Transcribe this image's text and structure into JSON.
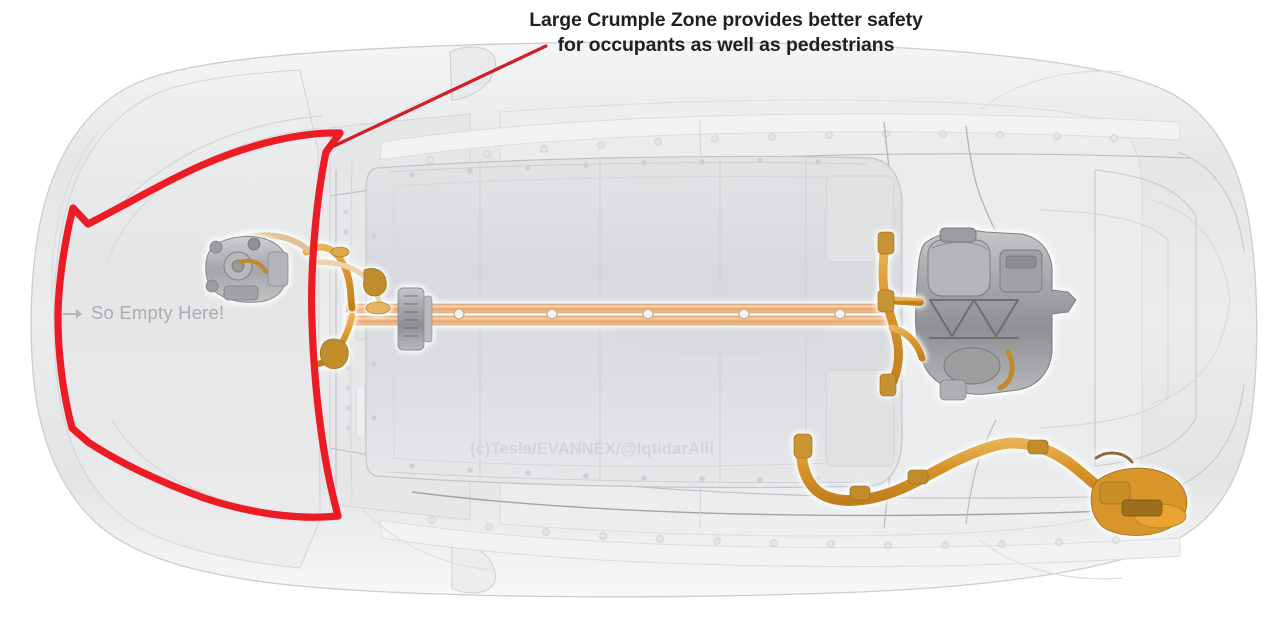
{
  "image": {
    "subject": "Tesla Model S top-down cutaway with highlighted front crumple zone",
    "background_color": "#ffffff"
  },
  "annotation": {
    "caption_text": "Large Crumple Zone provides better safety\nfor occupants as well as pedestrians",
    "caption_color": "#231f20",
    "highlight_color": "#ed1c24",
    "leader_line": "red-diagonal-pointer"
  },
  "frunk_label": {
    "text": "So Empty Here!",
    "color": "#a9abae",
    "icon": "arrow-right-icon"
  },
  "watermark": {
    "text": "(c)Tesla/EVANNEX/@IqtidarAlii",
    "color": "#d2d4d6"
  },
  "vehicle": {
    "body_color": "#e9eaec",
    "body_outline_color": "#c7c9cc",
    "battery_pack_color": "#dcdee0",
    "hv_cable_color": "#d9972a",
    "busbar_color": "#eab98a",
    "drive_unit_color": "#a8aaac"
  }
}
